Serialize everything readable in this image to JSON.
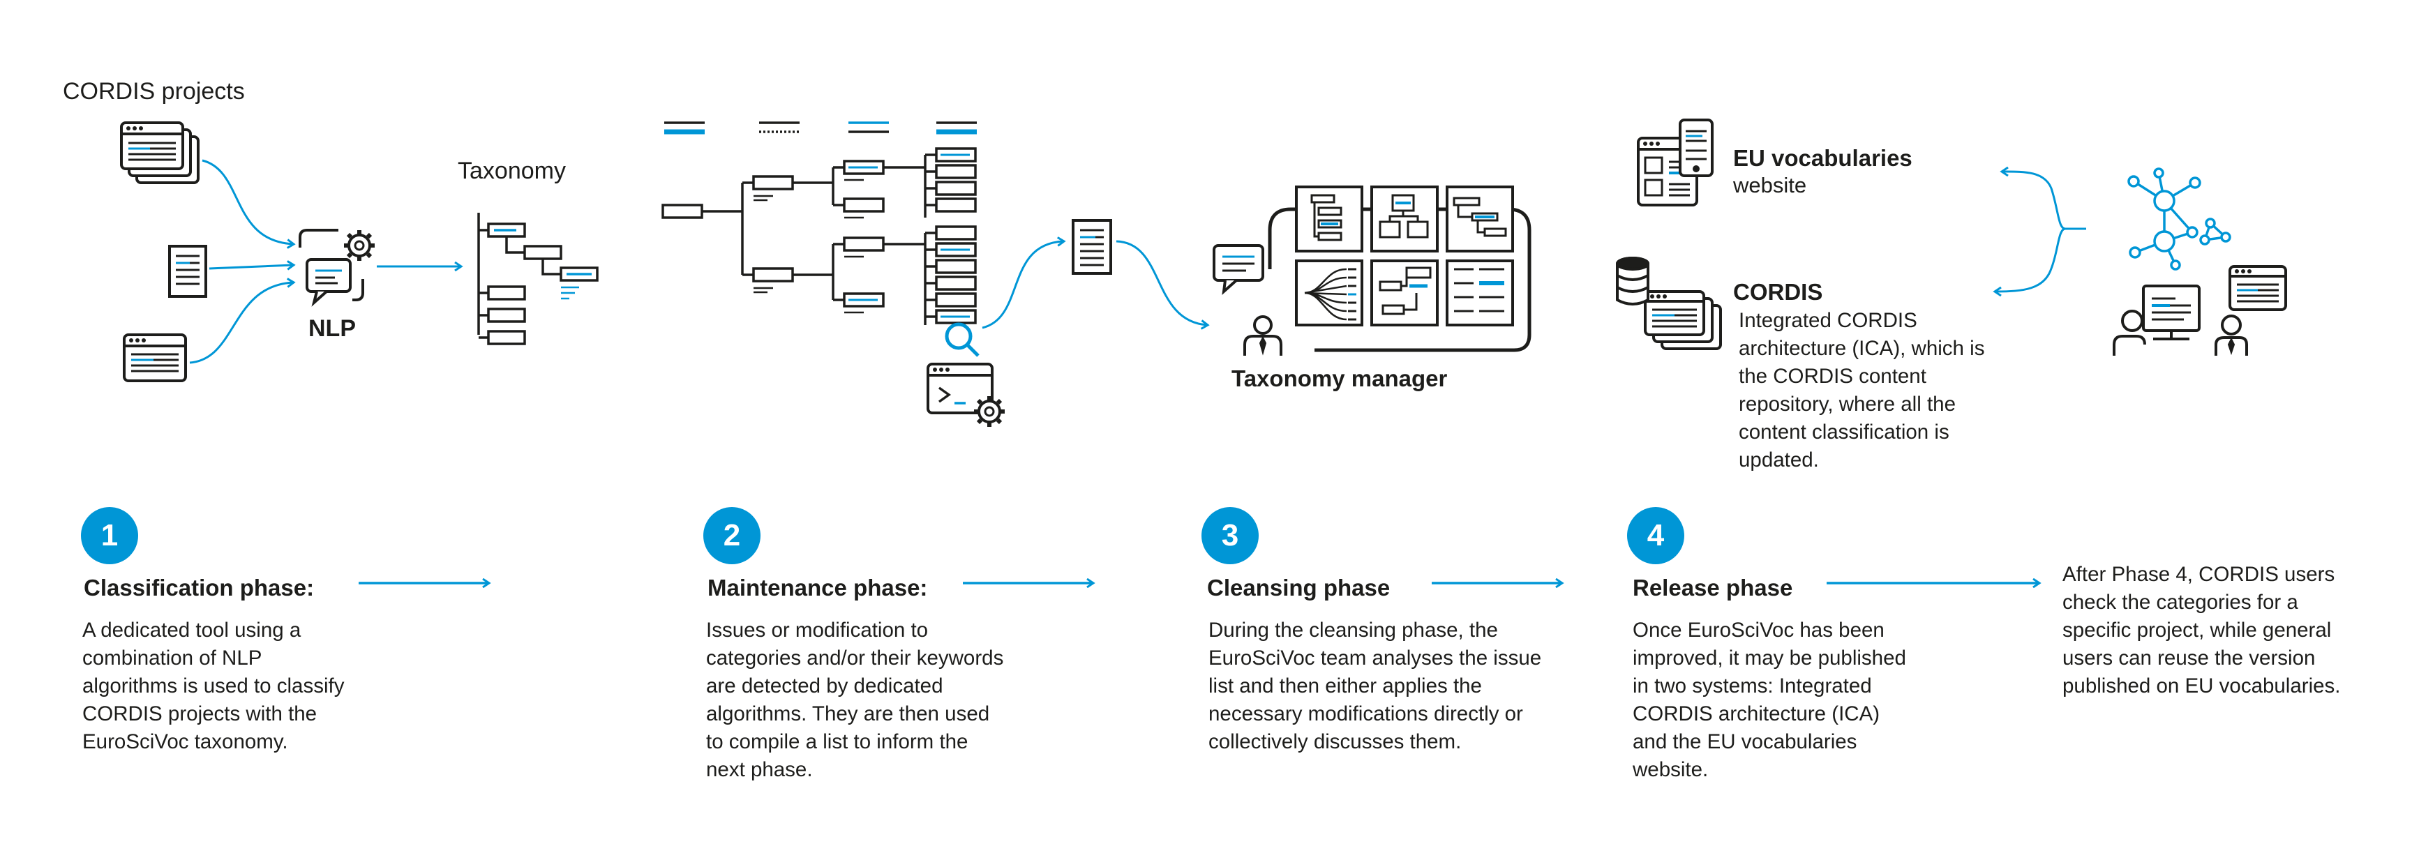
{
  "labels": {
    "cordis_projects": "CORDIS projects",
    "nlp": "NLP",
    "taxonomy": "Taxonomy",
    "taxonomy_manager": "Taxonomy manager",
    "eu_vocabularies": "EU vocabularies",
    "website": "website",
    "cordis": "CORDIS",
    "cordis_desc": "Integrated CORDIS architecture (ICA), which is the CORDIS content repository, where all the content classification is updated."
  },
  "phases": [
    {
      "number": "1",
      "title": "Classification phase:",
      "description": "A dedicated tool using a combination of NLP algorithms is used to classify CORDIS projects with the EuroSciVoc taxonomy."
    },
    {
      "number": "2",
      "title": "Maintenance phase:",
      "description": "Issues or modification to categories and/or their keywords are detected by dedicated algorithms. They are then used to compile a list to inform the next phase."
    },
    {
      "number": "3",
      "title": "Cleansing phase",
      "description": "During the cleansing phase, the EuroSciVoc team analyses the issue list and then either applies the necessary modifications directly or collectively discusses them."
    },
    {
      "number": "4",
      "title": "Release phase",
      "description": "Once EuroSciVoc has been improved, it may be published in two systems: Integrated CORDIS architecture (ICA) and the EU vocabularies website."
    }
  ],
  "closing_note": "After Phase 4, CORDIS users check the categories for a specific project, while general users can reuse the version published on EU vocabularies.",
  "colors": {
    "accent": "#0096d6",
    "ink": "#1d1d1b"
  }
}
